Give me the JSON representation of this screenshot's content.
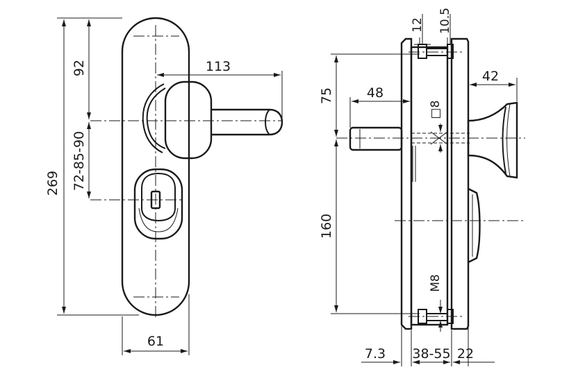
{
  "front_view": {
    "dimensions": {
      "height_overall": "269",
      "top_to_lever_axis": "92",
      "lever_axis_to_cylinder": "72-85-90",
      "lever_length": "113",
      "plate_width": "61"
    }
  },
  "side_view": {
    "dimensions": {
      "upper_axis": "75",
      "lever_offset": "48",
      "spindle_square": "□8",
      "screw_spacing": "160",
      "screw_thread": "M8",
      "inner_plate_a": "12",
      "inner_plate_b": "10.5",
      "knob_projection": "42",
      "outer_plate_thickness": "7.3",
      "door_thickness": "38-55",
      "inner_plate_thickness": "22"
    }
  }
}
